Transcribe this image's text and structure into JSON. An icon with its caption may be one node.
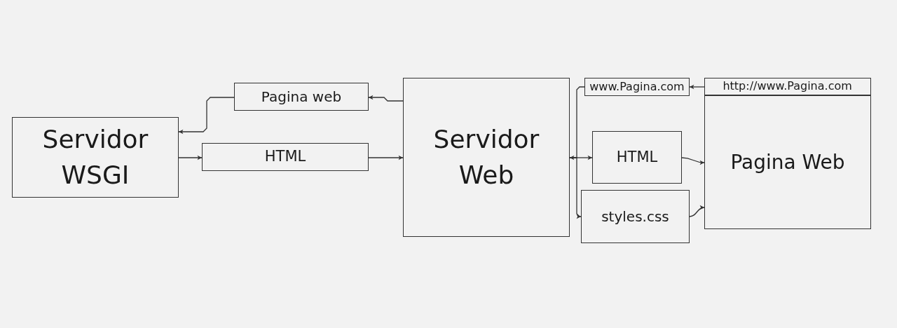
{
  "diagram": {
    "nodes": [
      {
        "text": [
          "Servidor WSGI"
        ]
      },
      {
        "text": [
          "Pagina web"
        ]
      },
      {
        "text": [
          "HTML"
        ]
      },
      {
        "text": [
          "Servidor Web"
        ]
      },
      {
        "text": [
          "www.Pagina.com"
        ]
      },
      {
        "text": [
          "HTML"
        ]
      },
      {
        "text": [
          "styles.css"
        ]
      },
      {
        "text": [
          "Pagina Web"
        ]
      },
      {
        "text": [
          "http://www.Pagina.com"
        ],
        "in": 7
      }
    ],
    "edges": [
      {
        "from": 3,
        "to": 1,
        "arrow": "to"
      },
      {
        "from": 1,
        "to": 0,
        "arrow": "to"
      },
      {
        "from": 0,
        "to": 2,
        "arrow": "to"
      },
      {
        "from": 2,
        "to": 3,
        "arrow": "to"
      },
      {
        "from": 8,
        "to": 4,
        "arrow": "to"
      },
      {
        "from": 4,
        "to": 3,
        "arrow": "to"
      },
      {
        "from": 3,
        "to": 5,
        "arrow": "to"
      },
      {
        "from": 3,
        "to": 6,
        "arrow": "to"
      },
      {
        "from": 5,
        "to": 7,
        "arrow": "to"
      },
      {
        "from": 6,
        "to": 7,
        "arrow": "to"
      }
    ]
  }
}
